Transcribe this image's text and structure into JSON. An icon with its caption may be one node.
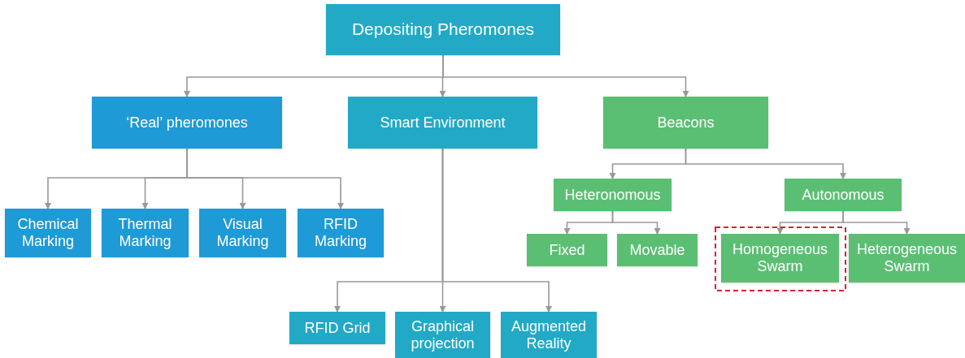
{
  "diagram": {
    "nodes": [
      {
        "text": [
          "Depositing Pheromones"
        ]
      },
      {
        "text": [
          "‘Real’ pheromones"
        ]
      },
      {
        "text": [
          "Smart Environment"
        ]
      },
      {
        "text": [
          "Beacons"
        ]
      },
      {
        "text": [
          "Chemical Marking"
        ]
      },
      {
        "text": [
          "Thermal Marking"
        ]
      },
      {
        "text": [
          "Visual Marking"
        ]
      },
      {
        "text": [
          "RFID Marking"
        ]
      },
      {
        "text": [
          "Heteronomous"
        ]
      },
      {
        "text": [
          "Autonomous"
        ]
      },
      {
        "text": [
          "Fixed"
        ]
      },
      {
        "text": [
          "Movable"
        ]
      },
      {
        "text": [
          "Homogeneous Swarm"
        ]
      },
      {
        "text": [
          "Heterogeneous Swarm"
        ]
      },
      {
        "text": [
          "RFID Grid"
        ]
      },
      {
        "text": [
          "Graphical projection"
        ]
      },
      {
        "text": [
          "Augmented Reality"
        ]
      }
    ],
    "edges": [
      {
        "from": 0,
        "to": 1,
        "arrow": "to"
      },
      {
        "from": 0,
        "to": 2,
        "arrow": "to"
      },
      {
        "from": 0,
        "to": 3,
        "arrow": "to"
      },
      {
        "from": 1,
        "to": 4,
        "arrow": "to"
      },
      {
        "from": 1,
        "to": 5,
        "arrow": "to"
      },
      {
        "from": 1,
        "to": 6,
        "arrow": "to"
      },
      {
        "from": 1,
        "to": 7,
        "arrow": "to"
      },
      {
        "from": 3,
        "to": 8,
        "arrow": "to"
      },
      {
        "from": 3,
        "to": 9,
        "arrow": "to"
      },
      {
        "from": 8,
        "to": 10,
        "arrow": "to"
      },
      {
        "from": 8,
        "to": 11,
        "arrow": "to"
      },
      {
        "from": 9,
        "to": 12,
        "arrow": "to"
      },
      {
        "from": 9,
        "to": 13,
        "arrow": "to"
      },
      {
        "from": 2,
        "to": 14,
        "arrow": "to"
      },
      {
        "from": 2,
        "to": 15,
        "arrow": "to"
      },
      {
        "from": 2,
        "to": 16,
        "arrow": "to"
      }
    ]
  }
}
